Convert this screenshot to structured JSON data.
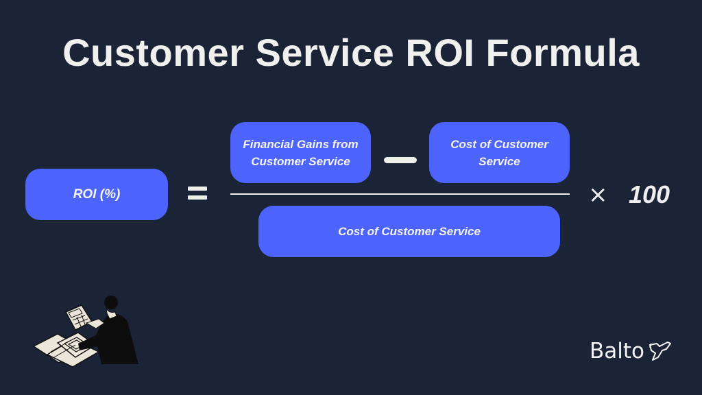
{
  "title": "Customer Service ROI Formula",
  "formula": {
    "lhs": "ROI (%)",
    "equals_symbol": "=",
    "numerator": {
      "term1": [
        "Financial Gains from",
        "Customer Service"
      ],
      "operator": "minus",
      "term2": [
        "Cost of Customer",
        "Service"
      ]
    },
    "denominator": "Cost of Customer Service",
    "multiply_symbol": "×",
    "multiplier": "100"
  },
  "brand": {
    "name": "Balto",
    "logo_icon": "dog-head-icon"
  },
  "illustration": "person-with-calculator-and-documents",
  "colors": {
    "background": "#1b2336",
    "box": "#4c64fb",
    "text": "#f0f0ee"
  }
}
